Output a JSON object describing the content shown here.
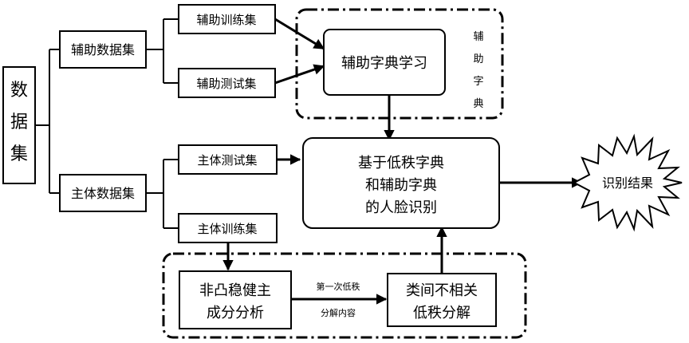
{
  "nodes": {
    "dataset": "数据集",
    "aux_dataset": "辅助数据集",
    "main_dataset": "主体数据集",
    "aux_train": "辅助训练集",
    "aux_test": "辅助测试集",
    "main_test": "主体测试集",
    "main_train": "主体训练集",
    "aux_dict_learning": "辅助字典学习",
    "aux_dict_label": "辅助字典",
    "face_recognition": [
      "基于低秩字典",
      "和辅助字典",
      "的人脸识别"
    ],
    "result": "识别结果",
    "nonconvex_pca": [
      "非凸稳健主",
      "成分分析"
    ],
    "interclass_decomp": [
      "类间不相关",
      "低秩分解"
    ]
  },
  "edge_labels": {
    "first_lowrank": [
      "第一次低秩",
      "分解内容"
    ]
  },
  "colors": {
    "ink": "#000000",
    "background": "#ffffff"
  }
}
